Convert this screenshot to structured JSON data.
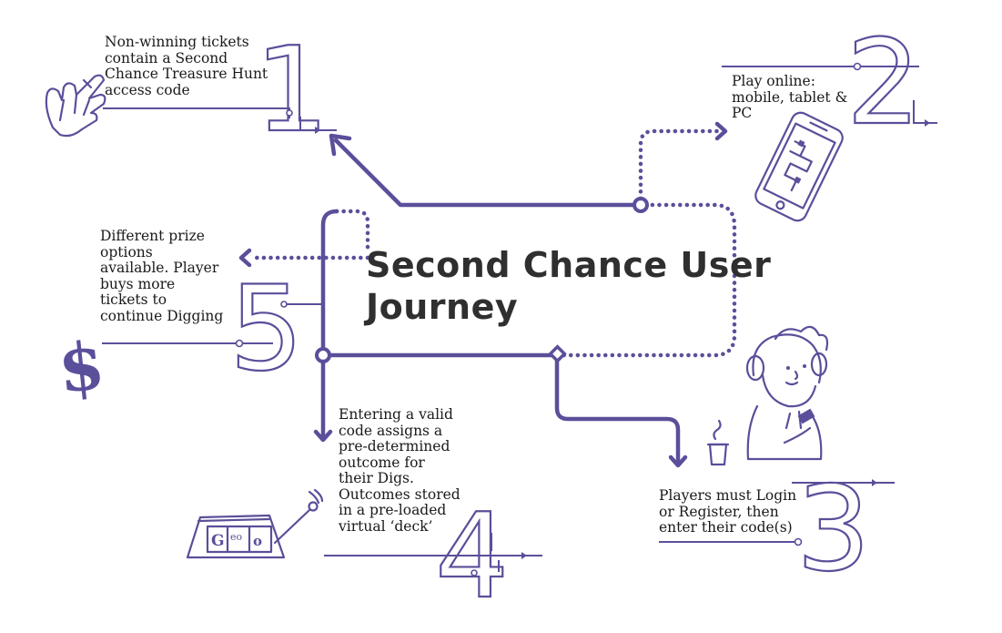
{
  "title": {
    "line1": "Second Chance User",
    "line2": "Journey"
  },
  "steps": [
    {
      "number": "1",
      "lines": [
        "Non-winning tickets",
        "contain a Second",
        "Chance Treasure Hunt",
        "access code"
      ]
    },
    {
      "number": "2",
      "lines": [
        "Play online:",
        "mobile, tablet &",
        "PC"
      ]
    },
    {
      "number": "3",
      "lines": [
        "Players must Login",
        "or Register, then",
        "enter their code(s)"
      ]
    },
    {
      "number": "4",
      "lines": [
        "Entering a valid",
        "code assigns a",
        "pre-determined",
        "outcome for",
        "their Digs.",
        "Outcomes stored",
        "in a pre-loaded",
        "virtual ‘deck’"
      ]
    },
    {
      "number": "5",
      "lines": [
        "Different prize",
        "options",
        "available. Player",
        "buys more",
        "tickets to",
        "continue Digging"
      ]
    }
  ],
  "icons": [
    "pointing-hand-icon",
    "smartphone-icon",
    "headphones-user-icon",
    "coffee-cup-icon",
    "slot-machine-icon",
    "dollar-sign-icon"
  ],
  "slot_machine": {
    "reel1": "G",
    "reel2": "eo",
    "reel3": "o"
  },
  "dollar_symbol": "$",
  "colors": {
    "accent": "#5a4f9a",
    "text": "#1a1a1a",
    "title": "#2f2f2f"
  }
}
